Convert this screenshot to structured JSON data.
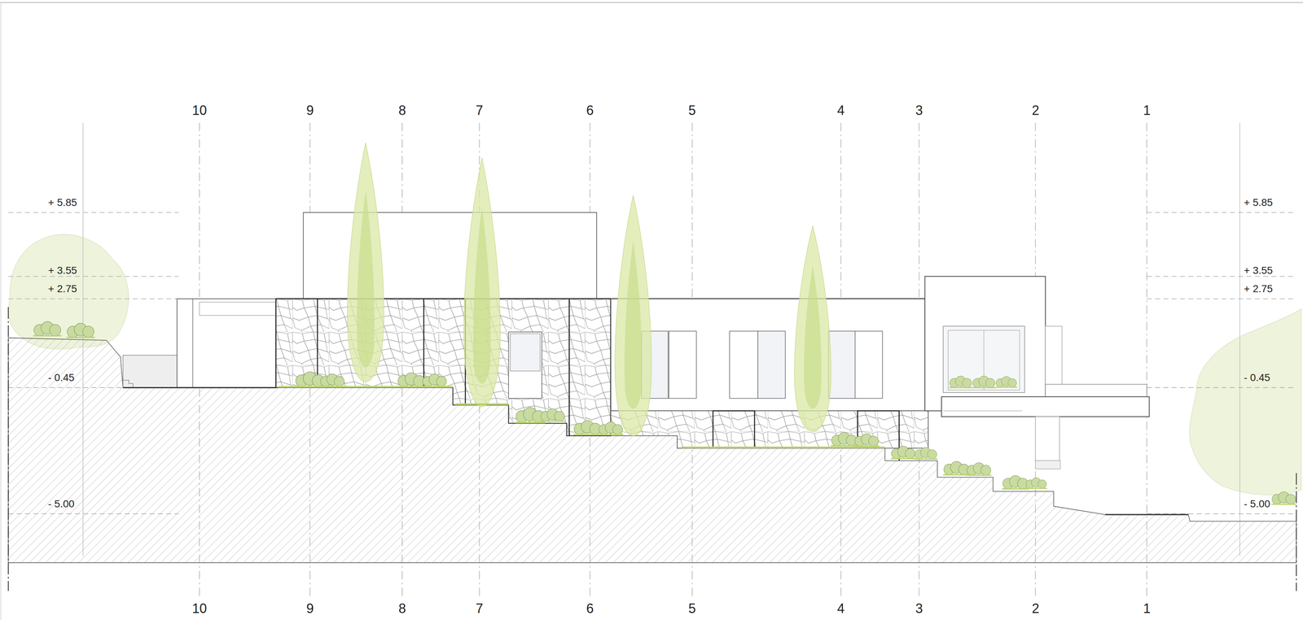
{
  "diagram": {
    "labels": [
      "10",
      "9",
      "8",
      "7",
      "6",
      "5",
      "4",
      "3",
      "2",
      "1",
      "10",
      "9",
      "8",
      "7",
      "6",
      "5",
      "4",
      "3",
      "2",
      "1",
      "+ 5.85",
      "+ 3.55",
      "+ 2.75",
      "- 0.45",
      "- 5.00",
      "+ 5.85",
      "+ 3.55",
      "+ 2.75",
      "- 0.45",
      "- 5.00"
    ]
  }
}
